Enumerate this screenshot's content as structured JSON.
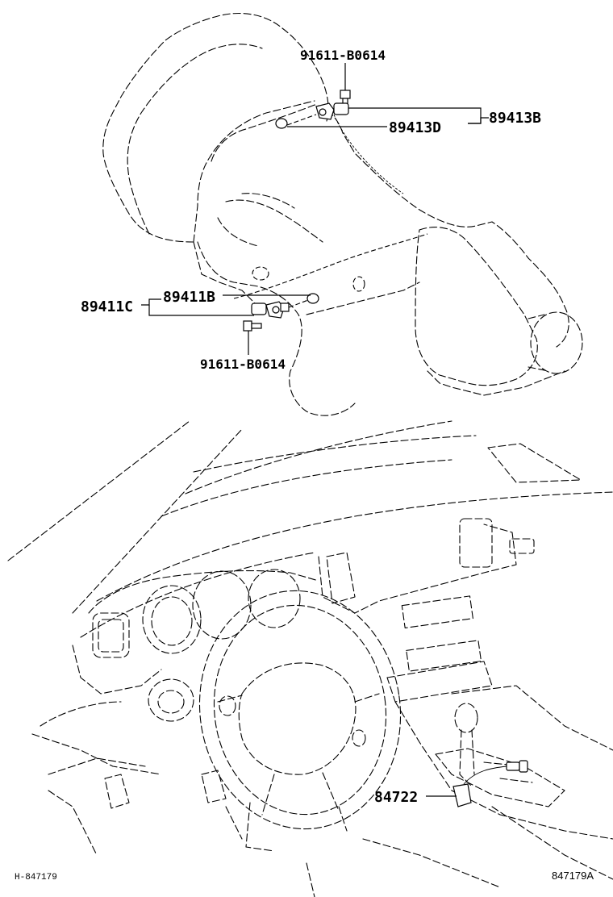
{
  "labels": {
    "bolt_top": "91611-B0614",
    "sensor_top_group": "89413B",
    "sensor_top_oring": "89413D",
    "sensor_bottom_group": "89411C",
    "sensor_bottom_part": "89411B",
    "bolt_bottom": "91611-B0614",
    "shift_lever_part": "84722"
  },
  "footer": {
    "left_code": "H-847179",
    "right_code": "847179A"
  }
}
